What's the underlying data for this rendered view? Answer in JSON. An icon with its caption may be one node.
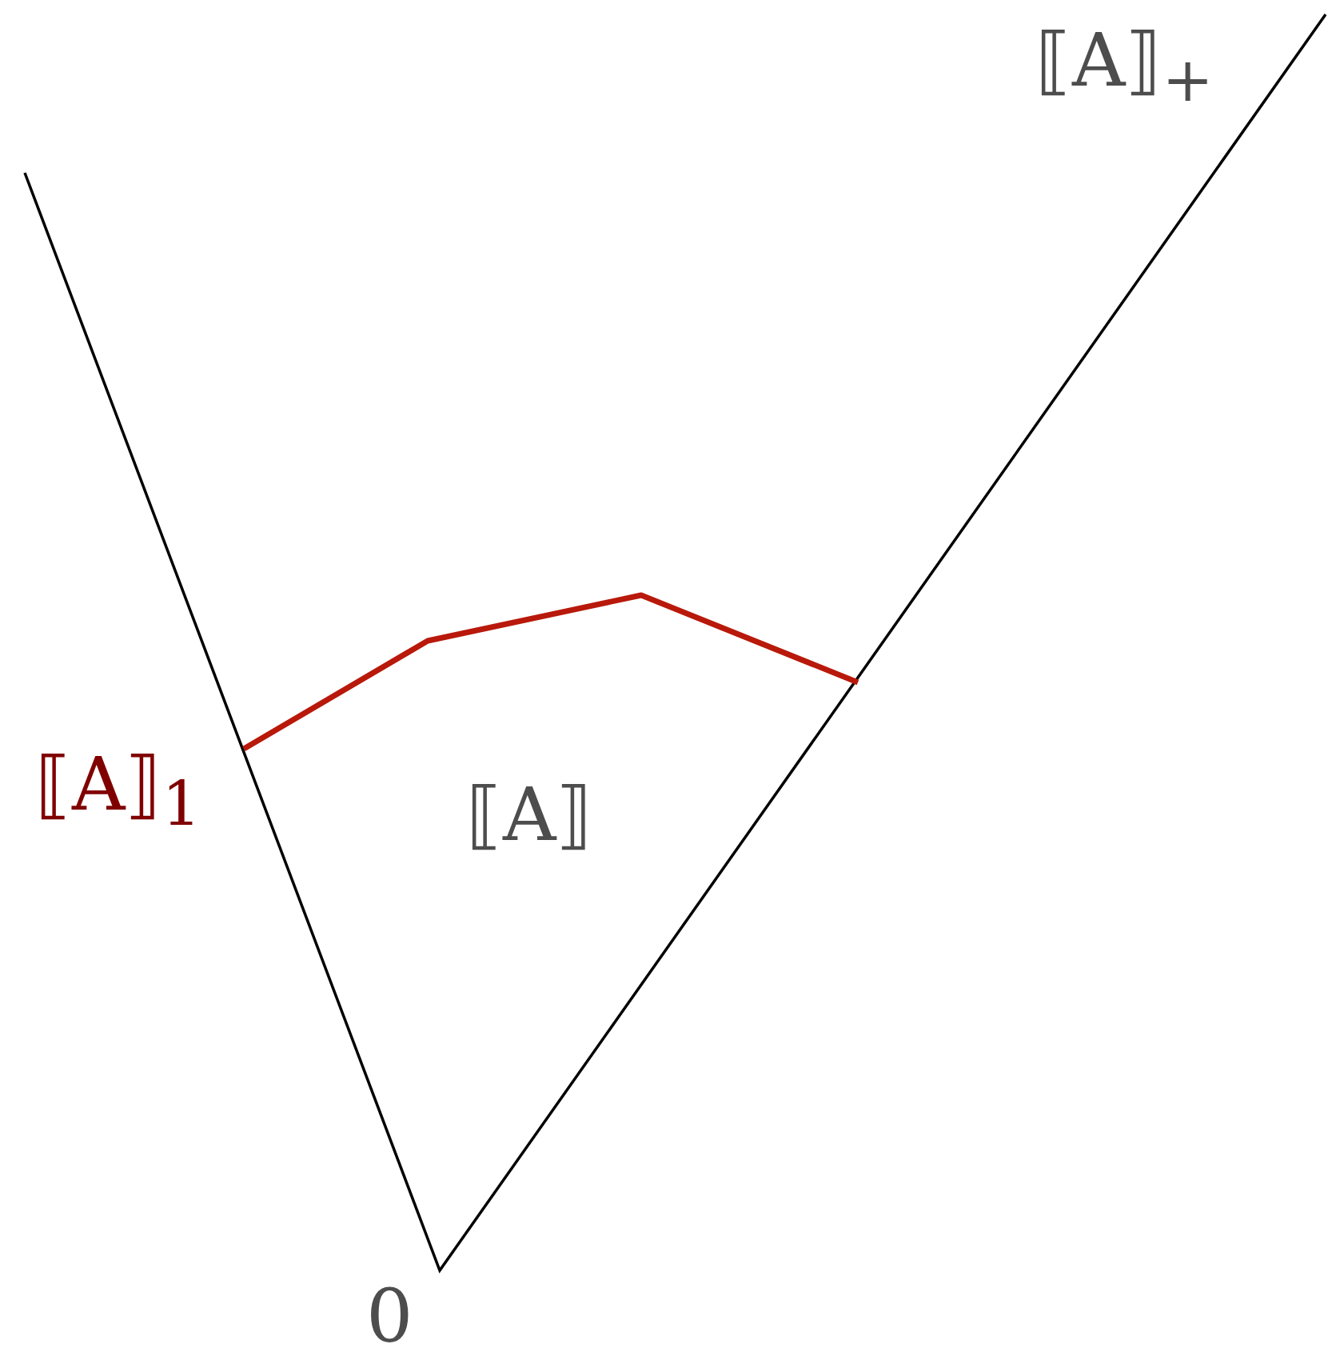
{
  "diagram": {
    "labels": [
      "⟦A⟧$_{+}$",
      "⟦A⟧$_{1}$",
      "⟦A⟧",
      "0"
    ]
  }
}
